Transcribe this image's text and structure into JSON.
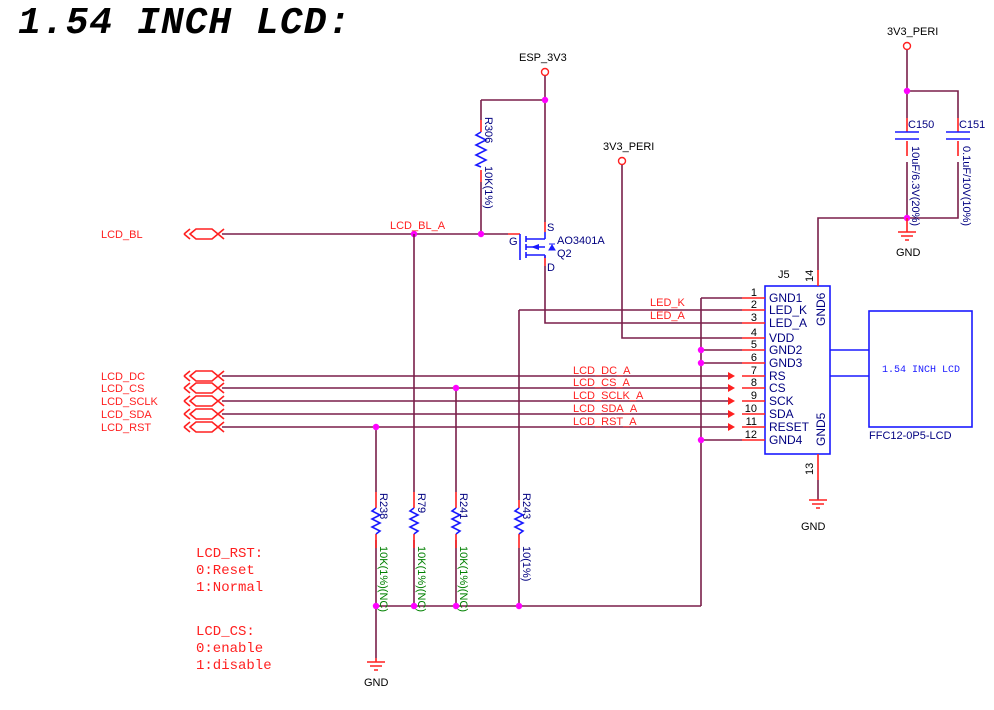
{
  "title": "1.54 INCH LCD:",
  "power": {
    "esp_3v3": "ESP_3V3",
    "peri_top": "3V3_PERI",
    "peri_mid": "3V3_PERI",
    "gnd_caps": "GND",
    "gnd_j5": "GND",
    "gnd_pulls": "GND"
  },
  "ports": [
    {
      "label": "LCD_BL"
    },
    {
      "label": "LCD_DC"
    },
    {
      "label": "LCD_CS"
    },
    {
      "label": "LCD_SCLK"
    },
    {
      "label": "LCD_SDA"
    },
    {
      "label": "LCD_RST"
    }
  ],
  "nets": {
    "bl_a": "LCD_BL_A",
    "led_k": "LED_K",
    "led_a": "LED_A",
    "signals": [
      "LCD_DC_A",
      "LCD_CS_A",
      "LCD_SCLK_A",
      "LCD_SDA_A",
      "LCD_RST_A"
    ]
  },
  "components": {
    "r306": {
      "ref": "R306",
      "value": "10K(1%)"
    },
    "q2": {
      "ref": "Q2",
      "part": "AO3401A",
      "pin_s": "S",
      "pin_g": "G",
      "pin_d": "D"
    },
    "c150": {
      "ref": "C150",
      "value": "10uF/6.3V(20%)"
    },
    "c151": {
      "ref": "C151",
      "value": "0.1uF/10V(10%)"
    },
    "r238": {
      "ref": "R238",
      "value": "10K(1%)(NC)"
    },
    "r79": {
      "ref": "R79",
      "value": "10K(1%)(NC)"
    },
    "r241": {
      "ref": "R241",
      "value": "10K(1%)(NC)"
    },
    "r243": {
      "ref": "R243",
      "value": "10(1%)"
    },
    "j5": {
      "ref": "J5",
      "footprint": "FFC12-0P5-LCD",
      "pins": [
        {
          "num": "1",
          "name": "GND1"
        },
        {
          "num": "2",
          "name": "LED_K"
        },
        {
          "num": "3",
          "name": "LED_A"
        },
        {
          "num": "4",
          "name": "VDD"
        },
        {
          "num": "5",
          "name": "GND2"
        },
        {
          "num": "6",
          "name": "GND3"
        },
        {
          "num": "7",
          "name": "RS"
        },
        {
          "num": "8",
          "name": "CS"
        },
        {
          "num": "9",
          "name": "SCK"
        },
        {
          "num": "10",
          "name": "SDA"
        },
        {
          "num": "11",
          "name": "RESET"
        },
        {
          "num": "12",
          "name": "GND4"
        }
      ],
      "side_pins": {
        "gnd6": "GND6",
        "gnd5": "GND5",
        "num14": "14",
        "num13": "13"
      }
    },
    "lcd": {
      "label": "1.54 INCH LCD"
    }
  },
  "notes": {
    "rst": [
      "LCD_RST:",
      "0:Reset",
      "1:Normal"
    ],
    "cs": [
      "LCD_CS:",
      "0:enable",
      "1:disable"
    ]
  }
}
